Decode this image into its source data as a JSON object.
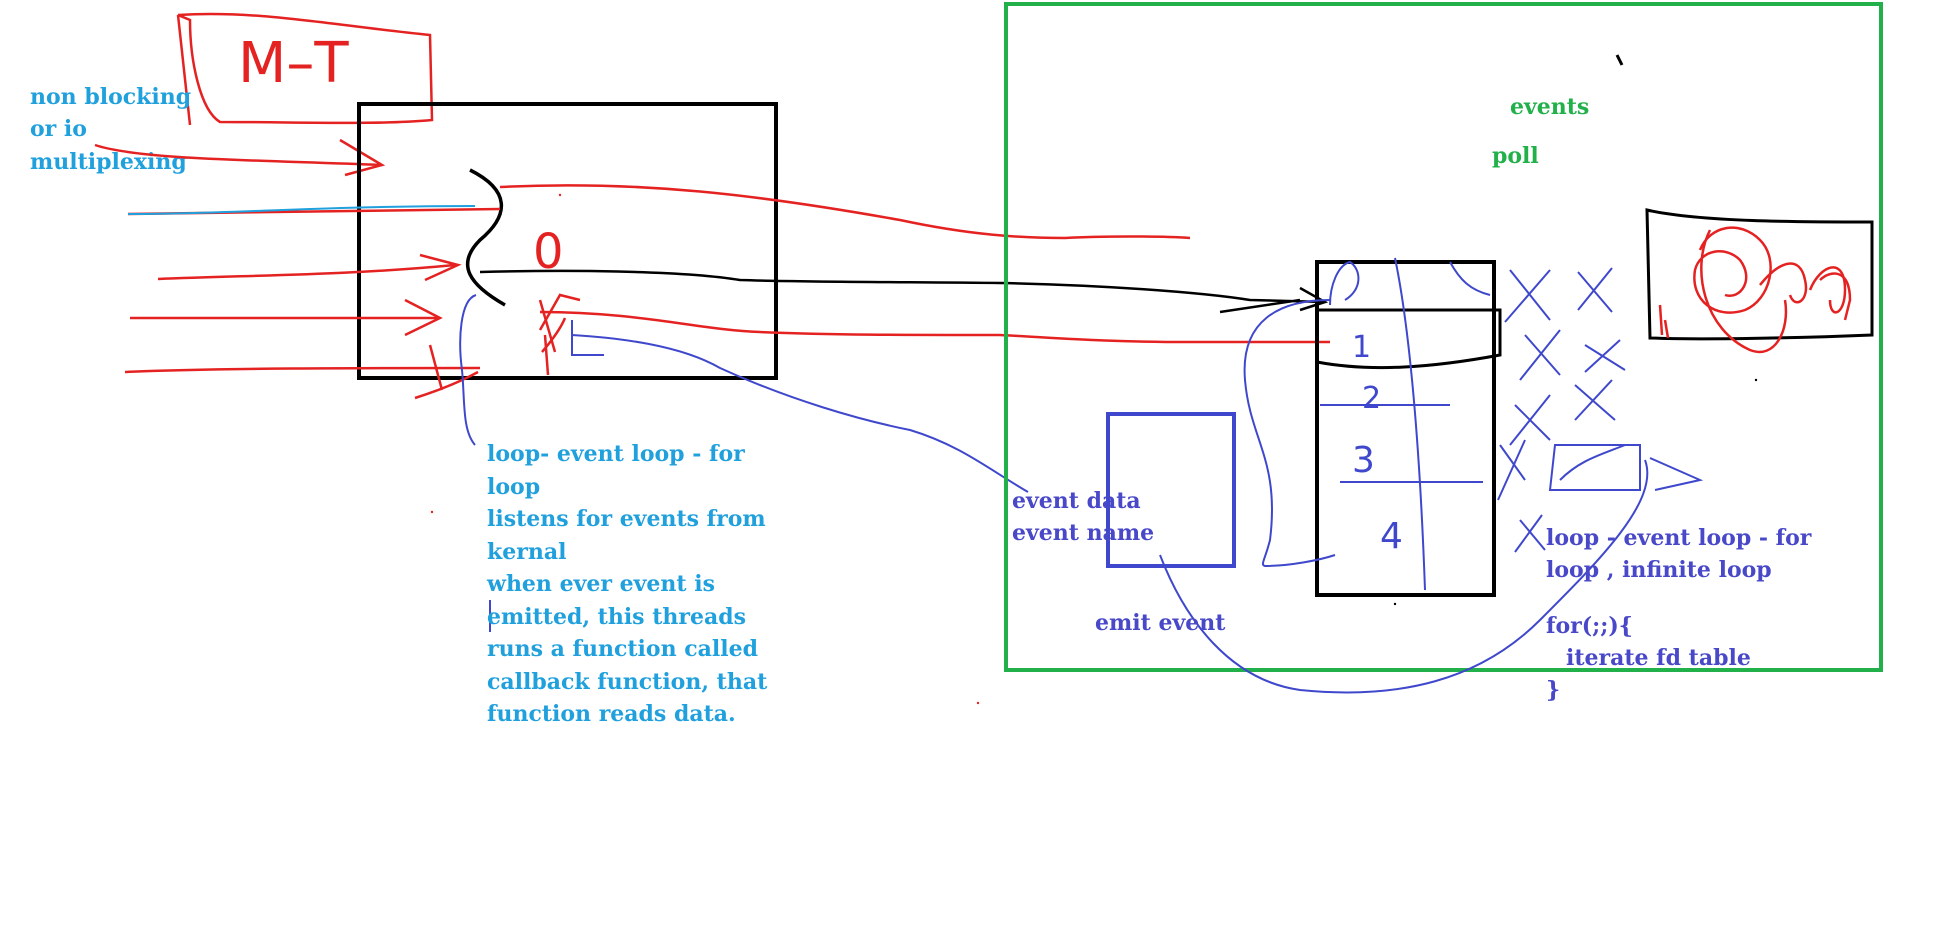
{
  "colors": {
    "red": "#e52222",
    "black": "#000000",
    "green": "#22b04a",
    "blue": "#3f48cc",
    "cyan": "#20a0dc",
    "label_blue": "#4848c8"
  },
  "labels": {
    "mt": "M–T",
    "fd_zero": "0",
    "nonblocking": [
      "non blocking",
      "or io",
      "multiplexing"
    ],
    "loop_note": [
      "loop- event loop - for",
      "loop",
      "listens for events from",
      "kernal",
      "when ever event is",
      "emitted, this threads",
      "runs a function called",
      "callback function, that",
      "function reads data."
    ],
    "events": "events",
    "poll": "poll",
    "event_data": "event data",
    "event_name": "event name",
    "emit_event": "emit event",
    "fd_table": [
      "1",
      "2",
      "3",
      "4"
    ],
    "event_loop_note": [
      "loop - event loop - for",
      "loop , infinite loop",
      "for(;;){",
      "iterate fd table",
      "}"
    ]
  }
}
